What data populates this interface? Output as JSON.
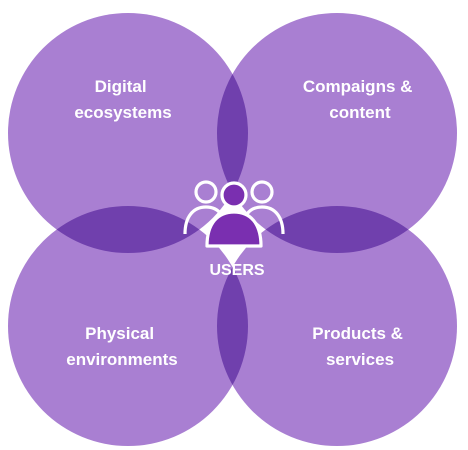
{
  "colors": {
    "circle": "#a97fd2",
    "background": "#ffffff",
    "text": "#ffffff"
  },
  "center": {
    "icon": "users-group-icon",
    "label": "USERS"
  },
  "circles": [
    {
      "id": "digital",
      "lines": [
        "Digital",
        "ecosystems"
      ]
    },
    {
      "id": "campaigns",
      "lines": [
        "Compaigns &",
        "content"
      ]
    },
    {
      "id": "physical",
      "lines": [
        "Physical",
        "environments"
      ]
    },
    {
      "id": "products",
      "lines": [
        "Products &",
        "services"
      ]
    }
  ]
}
